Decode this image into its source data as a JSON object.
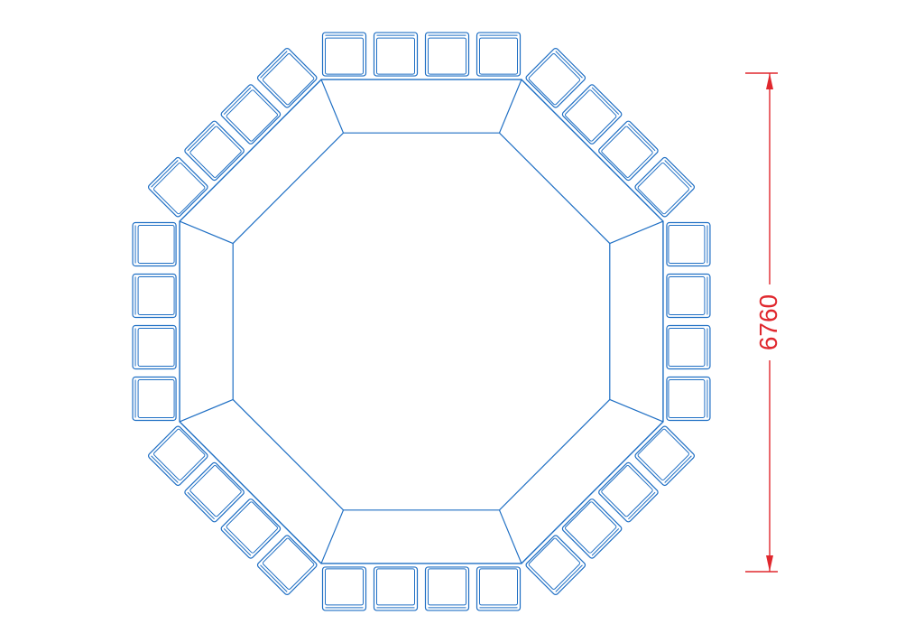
{
  "drawing": {
    "dimension_label": "6760",
    "table_sides": 8,
    "chairs_per_side": 4,
    "colors": {
      "furniture": "#1f6fc4",
      "dimension": "#e0282e",
      "background": "#ffffff"
    }
  }
}
